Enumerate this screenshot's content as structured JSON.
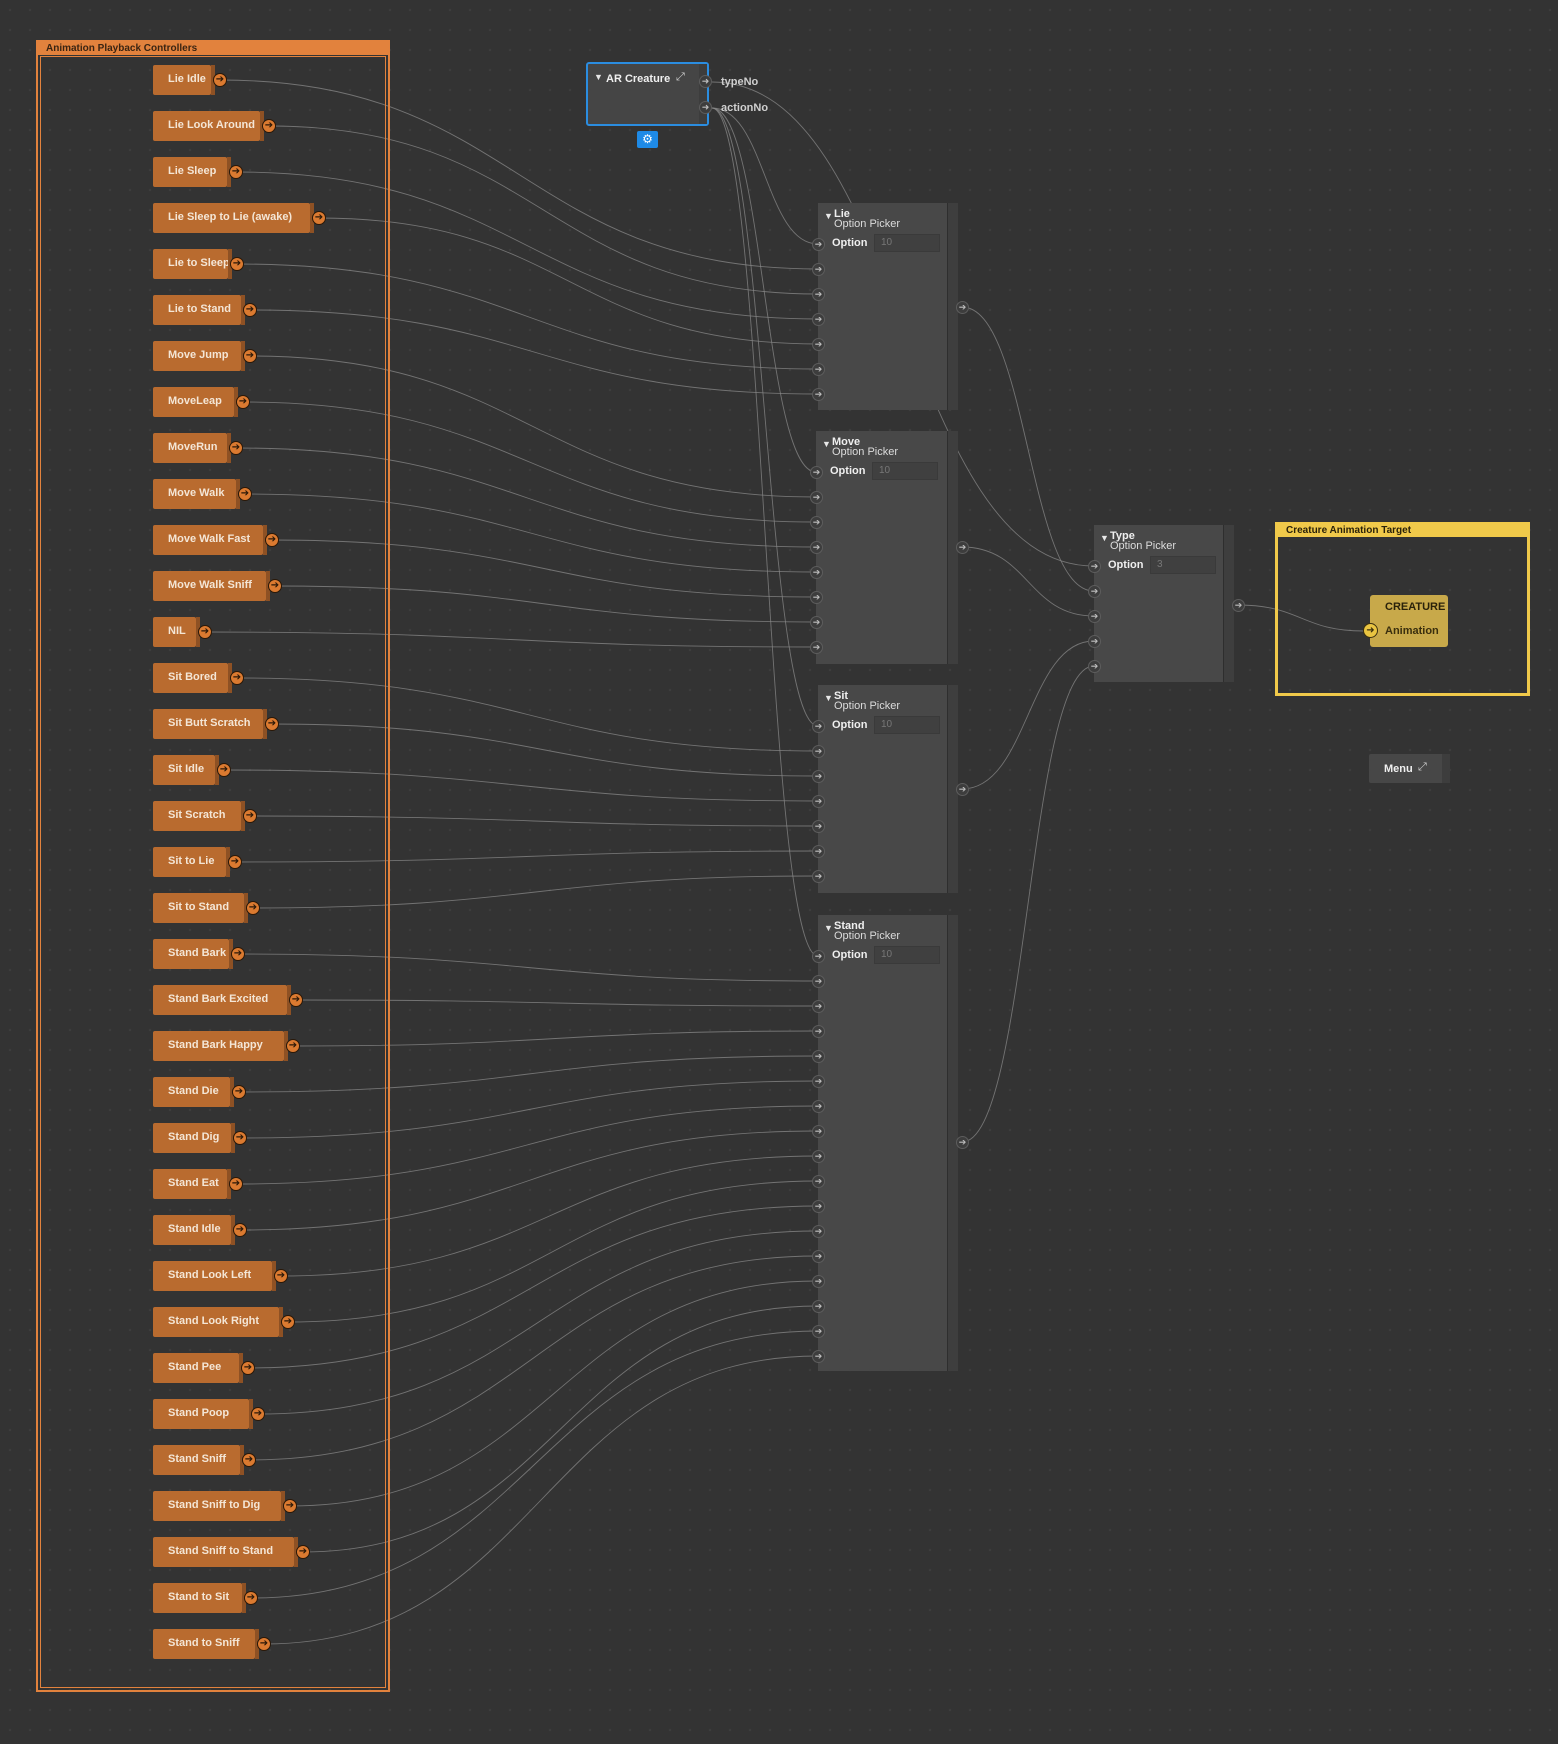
{
  "animation_group": {
    "title": "Animation Playback Controllers",
    "nodes": [
      {
        "label": "Lie Idle"
      },
      {
        "label": "Lie Look Around"
      },
      {
        "label": "Lie Sleep"
      },
      {
        "label": "Lie Sleep to Lie (awake)"
      },
      {
        "label": "Lie to Sleep"
      },
      {
        "label": "Lie to Stand"
      },
      {
        "label": "Move Jump"
      },
      {
        "label": "MoveLeap"
      },
      {
        "label": "MoveRun"
      },
      {
        "label": "Move Walk"
      },
      {
        "label": "Move Walk Fast"
      },
      {
        "label": "Move Walk Sniff"
      },
      {
        "label": "NIL"
      },
      {
        "label": "Sit Bored"
      },
      {
        "label": "Sit Butt Scratch"
      },
      {
        "label": "Sit Idle"
      },
      {
        "label": "Sit Scratch"
      },
      {
        "label": "Sit to Lie"
      },
      {
        "label": "Sit to Stand"
      },
      {
        "label": "Stand Bark"
      },
      {
        "label": "Stand Bark Excited"
      },
      {
        "label": "Stand Bark Happy"
      },
      {
        "label": "Stand Die"
      },
      {
        "label": "Stand Dig"
      },
      {
        "label": "Stand Eat"
      },
      {
        "label": "Stand Idle"
      },
      {
        "label": "Stand Look Left"
      },
      {
        "label": "Stand Look Right"
      },
      {
        "label": "Stand Pee"
      },
      {
        "label": "Stand Poop"
      },
      {
        "label": "Stand Sniff"
      },
      {
        "label": "Stand Sniff to Dig"
      },
      {
        "label": "Stand Sniff to Stand"
      },
      {
        "label": "Stand to Sit"
      },
      {
        "label": "Stand to Sniff"
      }
    ]
  },
  "ar_creature": {
    "title": "AR Creature",
    "outputs": [
      "typeNo",
      "actionNo"
    ],
    "settings_icon": "gear-icon",
    "expand_icon": "expand-icon"
  },
  "pickers": [
    {
      "title": "Lie",
      "subtitle": "Option Picker",
      "option_label": "Option",
      "option_value": "10"
    },
    {
      "title": "Move",
      "subtitle": "Option Picker",
      "option_label": "Option",
      "option_value": "10"
    },
    {
      "title": "Sit",
      "subtitle": "Option Picker",
      "option_label": "Option",
      "option_value": "10"
    },
    {
      "title": "Stand",
      "subtitle": "Option Picker",
      "option_label": "Option",
      "option_value": "10"
    },
    {
      "title": "Type",
      "subtitle": "Option Picker",
      "option_label": "Option",
      "option_value": "3"
    }
  ],
  "target_group": {
    "title": "Creature Animation Target",
    "node_title": "CREATURE",
    "node_input": "Animation"
  },
  "menu": {
    "label": "Menu",
    "icon": "expand-icon"
  },
  "colors": {
    "canvas": "#333333",
    "animation_group": "#e2823d",
    "animation_node": "#b96b2f",
    "selection": "#2b8de0",
    "target_group": "#f0c94a",
    "wire": "#8a8a8a"
  }
}
